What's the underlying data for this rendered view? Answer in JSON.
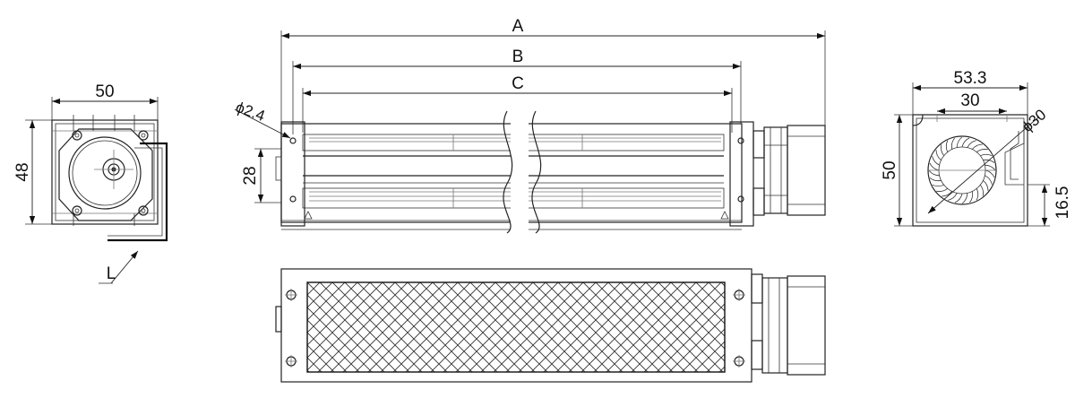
{
  "labels": {
    "front_width": "50",
    "front_height": "48",
    "lead": "L",
    "total_length": "A",
    "mount_length": "B",
    "impeller_length": "C",
    "hole_dia": "ϕ2.4",
    "slot_height": "28",
    "side_width": "53.3",
    "outlet_width": "30",
    "side_height": "50",
    "impeller_dia": "ϕ30",
    "inlet_height": "16.5"
  }
}
